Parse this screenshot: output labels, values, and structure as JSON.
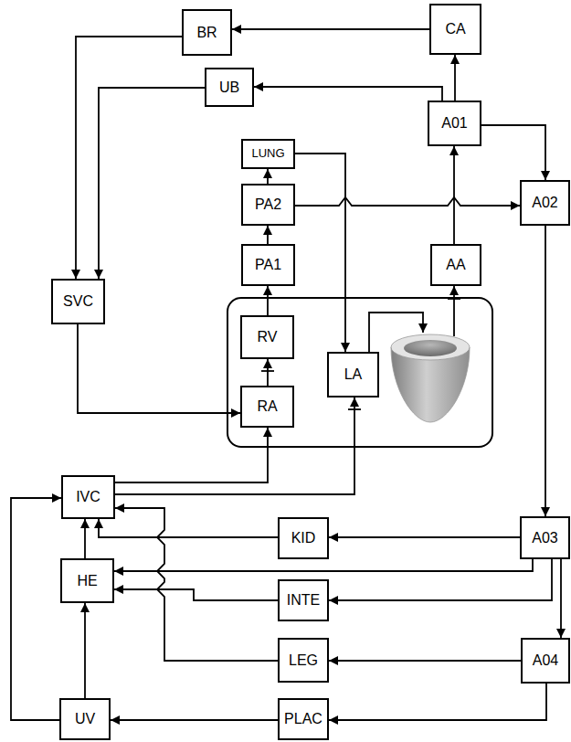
{
  "diagram": {
    "nodes": [
      {
        "text": [
          "BR"
        ]
      },
      {
        "text": [
          "CA"
        ]
      },
      {
        "text": [
          "UB"
        ]
      },
      {
        "text": [
          "A01"
        ]
      },
      {
        "text": [
          "LUNG"
        ]
      },
      {
        "text": [
          "PA2"
        ]
      },
      {
        "text": [
          "A02"
        ]
      },
      {
        "text": [
          "PA1"
        ]
      },
      {
        "text": [
          "AA"
        ]
      },
      {
        "text": [
          "SVC"
        ]
      },
      {
        "text": []
      },
      {
        "text": [
          "RV"
        ],
        "in": 10
      },
      {
        "text": [
          "LA"
        ],
        "in": 10
      },
      {
        "text": [
          "RA"
        ],
        "in": 10
      },
      {
        "text": [
          "IVC"
        ]
      },
      {
        "text": [
          "KID"
        ]
      },
      {
        "text": [
          "A03"
        ]
      },
      {
        "text": [
          "HE"
        ]
      },
      {
        "text": [
          "INTE"
        ]
      },
      {
        "text": [
          "LEG"
        ]
      },
      {
        "text": [
          "A04"
        ]
      },
      {
        "text": [
          "UV"
        ]
      },
      {
        "text": [
          "PLAC"
        ]
      }
    ],
    "edges": [
      {
        "from": 1,
        "to": 0,
        "arrow": "to"
      },
      {
        "from": 3,
        "to": 1,
        "arrow": "to"
      },
      {
        "from": 3,
        "to": 2,
        "arrow": "to"
      },
      {
        "from": 0,
        "to": 9,
        "arrow": "to"
      },
      {
        "from": 2,
        "to": 9,
        "arrow": "to"
      },
      {
        "from": 3,
        "to": 6,
        "arrow": "to"
      },
      {
        "from": 5,
        "to": 4,
        "arrow": "to"
      },
      {
        "from": 4,
        "to": 12,
        "arrow": "to"
      },
      {
        "from": 5,
        "to": 6,
        "arrow": "to"
      },
      {
        "from": 7,
        "to": 5,
        "arrow": "to"
      },
      {
        "from": 8,
        "to": 3,
        "arrow": "to"
      },
      {
        "from": 11,
        "to": 7,
        "arrow": "to"
      },
      {
        "from": 13,
        "to": 11,
        "arrow": "to"
      },
      {
        "from": 9,
        "to": 13,
        "arrow": "to"
      },
      {
        "from": 14,
        "to": 13,
        "arrow": "to"
      },
      {
        "from": 14,
        "to": 12,
        "arrow": "to"
      },
      {
        "from": 6,
        "to": 16,
        "arrow": "to"
      },
      {
        "from": 16,
        "to": 15,
        "arrow": "to"
      },
      {
        "from": 15,
        "to": 14,
        "arrow": "to"
      },
      {
        "from": 16,
        "to": 17,
        "arrow": "to"
      },
      {
        "from": 16,
        "to": 18,
        "arrow": "to"
      },
      {
        "from": 18,
        "to": 17,
        "arrow": "to"
      },
      {
        "from": 16,
        "to": 20,
        "arrow": "to"
      },
      {
        "from": 20,
        "to": 19,
        "arrow": "to"
      },
      {
        "from": 19,
        "to": 14,
        "arrow": "to"
      },
      {
        "from": 20,
        "to": 22,
        "arrow": "to"
      },
      {
        "from": 22,
        "to": 21,
        "arrow": "to"
      },
      {
        "from": 21,
        "to": 17,
        "arrow": "to"
      },
      {
        "from": 21,
        "to": 14,
        "arrow": "to"
      },
      {
        "from": 17,
        "to": 14,
        "arrow": "to"
      }
    ]
  }
}
